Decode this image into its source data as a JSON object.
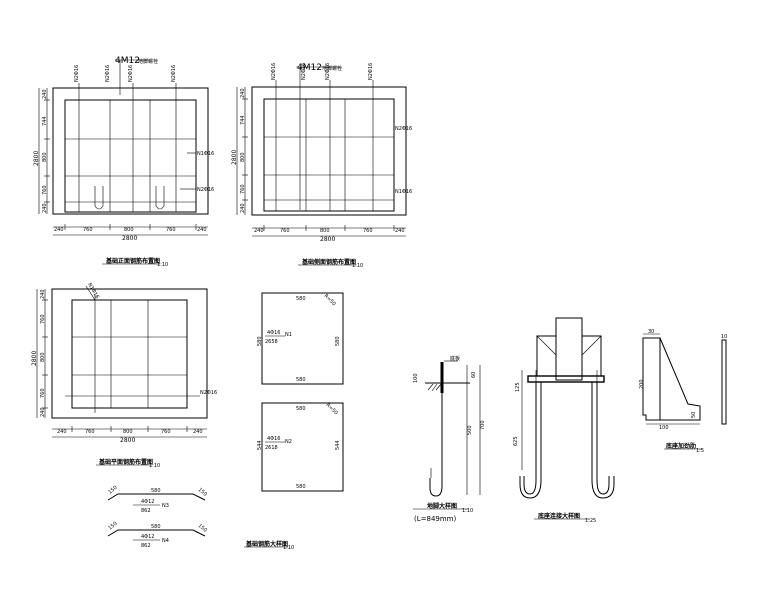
{
  "drawing": {
    "front_elevation": {
      "title": "基础正面钢筋布置图",
      "scale": "1:10",
      "anchor_label": "4M12",
      "anchor_note": "地脚螺栓",
      "top_rebar_labels": [
        "N2Φ16",
        "N2Φ16",
        "N2Φ16",
        "N2Φ16"
      ],
      "side_labels": [
        "N1Φ16",
        "N2Φ16"
      ],
      "left_dims": [
        "240",
        "744",
        "800",
        "760",
        "240"
      ],
      "total_height": "2800",
      "bottom_dims": [
        "240",
        "760",
        "800",
        "760",
        "240"
      ],
      "total_width": "2800"
    },
    "side_elevation": {
      "title": "基础侧面钢筋布置图",
      "scale": "1:10",
      "anchor_label": "4M12",
      "anchor_note": "地脚螺栓",
      "top_rebar_labels": [
        "N2Φ16",
        "N2Φ16",
        "N2Φ16",
        "N2Φ16"
      ],
      "side_labels": [
        "N2Φ16",
        "N1Φ16"
      ],
      "left_dims": [
        "240",
        "744",
        "800",
        "760",
        "240"
      ],
      "total_height": "2800",
      "bottom_dims": [
        "240",
        "760",
        "800",
        "760",
        "240"
      ],
      "total_width": "2800"
    },
    "plan": {
      "title": "基础平面钢筋布置图",
      "scale": "1:10",
      "diag_label": "N1Φ16",
      "side_label": "N2Φ16",
      "left_dims": [
        "240",
        "760",
        "800",
        "760",
        "240"
      ],
      "total_height": "2800",
      "bottom_dims": [
        "240",
        "760",
        "800",
        "760",
        "240"
      ],
      "total_width": "2800"
    },
    "rebar_detail": {
      "title": "基础钢筋大样图",
      "scale": "1:10",
      "n1": {
        "top": "580",
        "bottom": "580",
        "left": "580",
        "right": "580",
        "corner": "R=50",
        "label_spec": "4Φ16",
        "label_len": "2658",
        "label_name": "N1"
      },
      "n2": {
        "top": "580",
        "bottom": "580",
        "left": "544",
        "right": "544",
        "corner": "R=50",
        "label_spec": "4Φ16",
        "label_len": "2618",
        "label_name": "N2"
      },
      "n3": {
        "len": "580",
        "end1": "150",
        "end2": "150",
        "label_spec": "4Φ12",
        "label_len": "862",
        "label_name": "N3"
      },
      "n4": {
        "len": "580",
        "end1": "150",
        "end2": "150",
        "label_spec": "4Φ12",
        "label_len": "862",
        "label_name": "N4"
      }
    },
    "anchor_detail": {
      "title": "地脚大样图",
      "scale": "1:10",
      "length_note": "(L=849mm)",
      "dims": [
        "100",
        "60",
        "500",
        "700"
      ],
      "cap_label": "底板"
    },
    "base_detail": {
      "title": "底座连接大样图",
      "scale": "1:25",
      "dims": [
        "125",
        "625"
      ]
    },
    "rib_detail": {
      "title": "底座加劲肋",
      "scale": "1:5",
      "dims": [
        "30",
        "200",
        "100",
        "50",
        "10"
      ]
    }
  }
}
